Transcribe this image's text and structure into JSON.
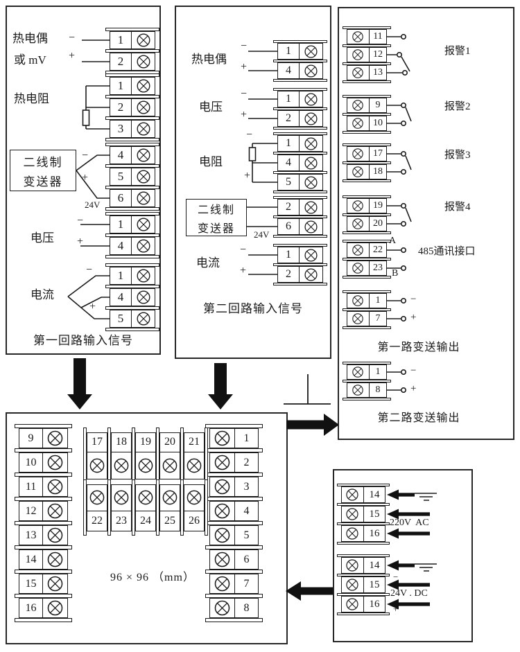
{
  "panel1": {
    "caption": "第一回路输入信号",
    "tc": {
      "label1": "热电偶",
      "label2": "或 mV",
      "minus": "−",
      "plus": "+",
      "terminals": [
        "1",
        "2"
      ]
    },
    "rtd": {
      "label": "热电阻",
      "terminals": [
        "1",
        "2",
        "3"
      ]
    },
    "tx": {
      "line1": "二线制",
      "line2": "变送器",
      "minus": "−",
      "plus": "+",
      "v24": "24V",
      "terminals": [
        "4",
        "5",
        "6"
      ]
    },
    "voltage": {
      "label": "电压",
      "minus": "−",
      "plus": "+",
      "terminals": [
        "1",
        "4"
      ]
    },
    "current": {
      "label": "电流",
      "minus": "−",
      "plus": "+",
      "terminals": [
        "1",
        "4",
        "5"
      ]
    }
  },
  "panel2": {
    "caption": "第二回路输入信号",
    "tc": {
      "label": "热电偶",
      "minus": "−",
      "plus": "+",
      "terminals": [
        "1",
        "4"
      ]
    },
    "voltage": {
      "label": "电压",
      "minus": "−",
      "plus": "+",
      "terminals": [
        "1",
        "2"
      ]
    },
    "res": {
      "label": "电阻",
      "minus": "−",
      "plus": "+",
      "terminals": [
        "1",
        "4",
        "5"
      ]
    },
    "tx": {
      "line1": "二线制",
      "line2": "变送器",
      "v24": "24V",
      "terminals": [
        "2",
        "6"
      ]
    },
    "current": {
      "label": "电流",
      "minus": "−",
      "plus": "+",
      "terminals": [
        "1",
        "2"
      ]
    }
  },
  "panel3": {
    "alarm1": {
      "label": "报警1",
      "terminals": [
        "11",
        "12",
        "13"
      ]
    },
    "alarm2": {
      "label": "报警2",
      "terminals": [
        "9",
        "10"
      ]
    },
    "alarm3": {
      "label": "报警3",
      "terminals": [
        "17",
        "18"
      ]
    },
    "alarm4": {
      "label": "报警4",
      "terminals": [
        "19",
        "20"
      ]
    },
    "comm": {
      "label": "485通讯接口",
      "a": "A",
      "b": "B",
      "terminals": [
        "22",
        "23"
      ]
    },
    "out1": {
      "caption": "第一路变送输出",
      "minus": "−",
      "plus": "+",
      "terminals": [
        "1",
        "7"
      ]
    },
    "out2": {
      "caption": "第二路变送输出",
      "minus": "−",
      "plus": "+",
      "terminals": [
        "1",
        "8"
      ]
    }
  },
  "panel4": {
    "size": "96 × 96 （mm）",
    "left": [
      "9",
      "10",
      "11",
      "12",
      "13",
      "14",
      "15",
      "16"
    ],
    "top": [
      "17",
      "18",
      "19",
      "20",
      "21"
    ],
    "bottom": [
      "22",
      "23",
      "24",
      "25",
      "26"
    ],
    "right": [
      "1",
      "2",
      "3",
      "4",
      "5",
      "6",
      "7",
      "8"
    ]
  },
  "panel5": {
    "ac": {
      "label": "220V  AC",
      "terminals": [
        "14",
        "15",
        "16"
      ]
    },
    "dc": {
      "label": "24V . DC",
      "minus": "−",
      "plus": "+",
      "terminals": [
        "14",
        "15",
        "16"
      ]
    }
  }
}
